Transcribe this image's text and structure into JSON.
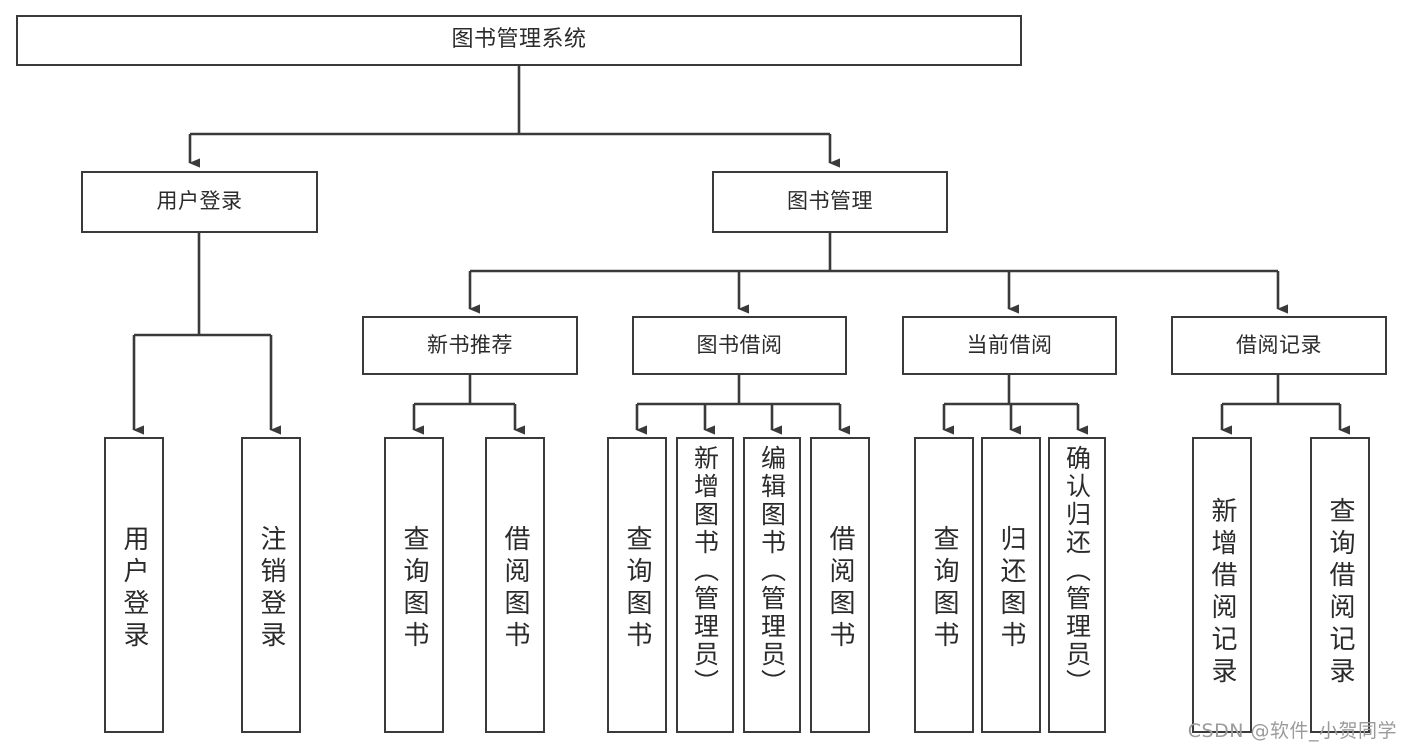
{
  "diagram": {
    "type": "tree-hierarchy-chart",
    "title": "图书管理系统",
    "stroke_color": "#3a3a3a",
    "text_color": "#2b2b2b",
    "background": "#ffffff",
    "root": {
      "label": "图书管理系统"
    },
    "level2": [
      {
        "label": "用户登录"
      },
      {
        "label": "图书管理"
      }
    ],
    "level3": [
      {
        "label": "新书推荐"
      },
      {
        "label": "图书借阅"
      },
      {
        "label": "当前借阅"
      },
      {
        "label": "借阅记录"
      }
    ],
    "leaves": {
      "user_login": [
        {
          "label": "用户登录"
        },
        {
          "label": "注销登录"
        }
      ],
      "new_book_recommend": [
        {
          "label": "查询图书"
        },
        {
          "label": "借阅图书"
        }
      ],
      "book_borrow": [
        {
          "label": "查询图书"
        },
        {
          "label": "新增图书（管理员）"
        },
        {
          "label": "编辑图书（管理员）"
        },
        {
          "label": "借阅图书"
        }
      ],
      "current_borrow": [
        {
          "label": "查询图书"
        },
        {
          "label": "归还图书"
        },
        {
          "label": "确认归还（管理员）"
        }
      ],
      "borrow_record": [
        {
          "label": "新增借阅记录"
        },
        {
          "label": "查询借阅记录"
        }
      ]
    },
    "watermark": "CSDN @软件_小贺同学"
  }
}
